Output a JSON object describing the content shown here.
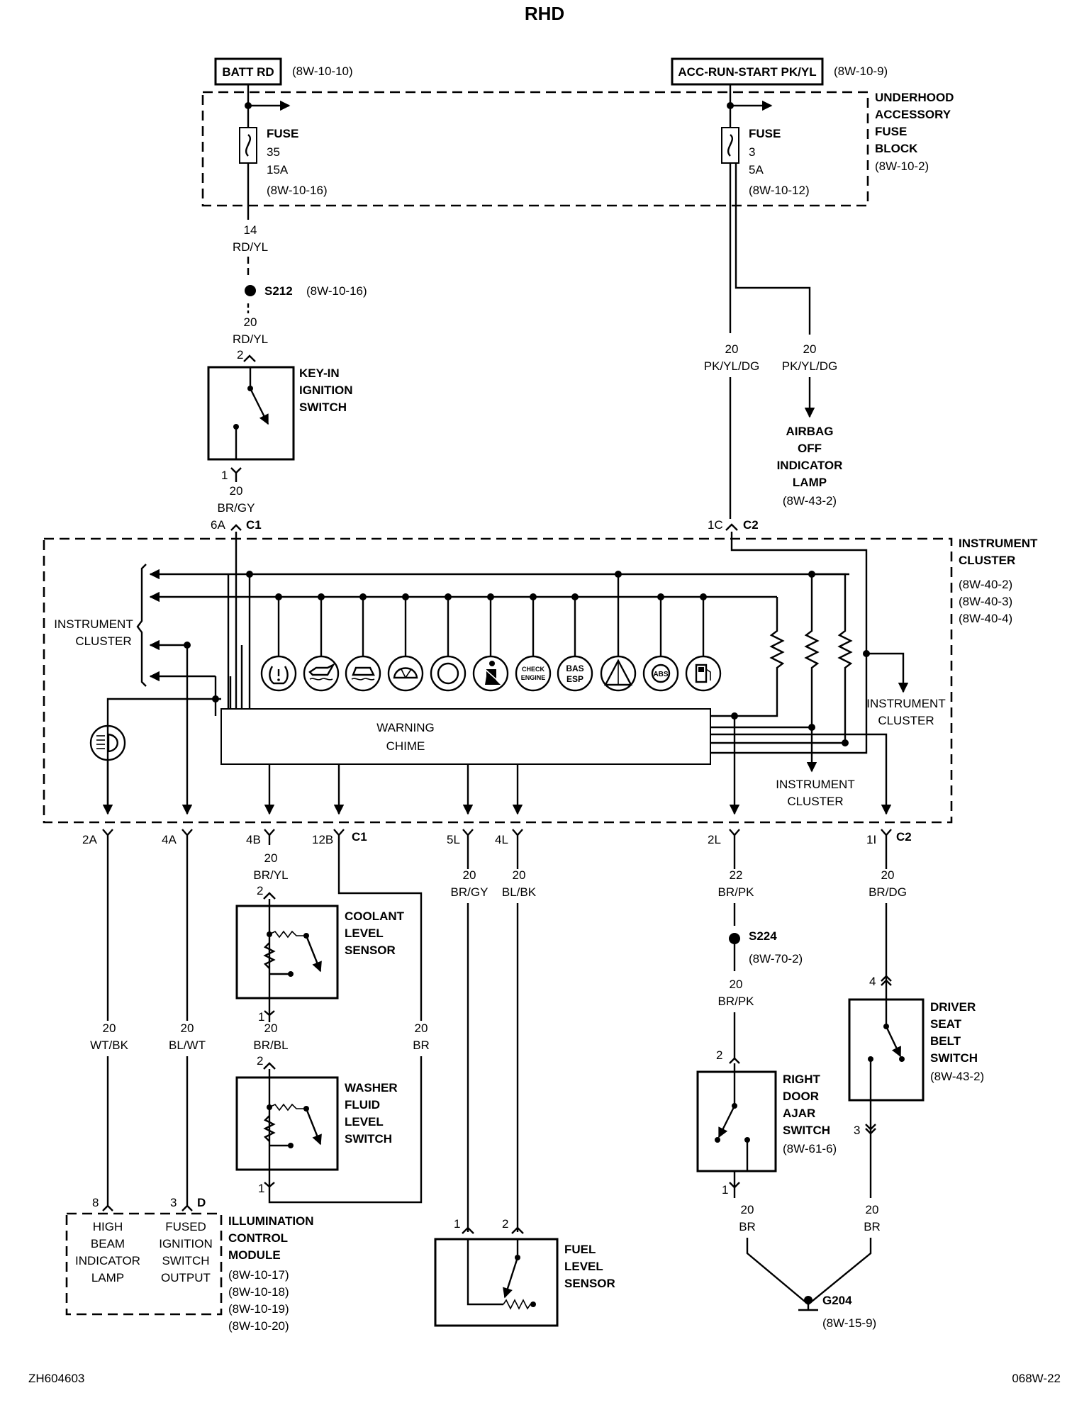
{
  "title": "RHD",
  "footer": {
    "left": "ZH604603",
    "right": "068W-22"
  },
  "sources": {
    "batt": {
      "label": "BATT RD",
      "ref": "(8W-10-10)"
    },
    "acc": {
      "label": "ACC-RUN-START PK/YL",
      "ref": "(8W-10-9)"
    }
  },
  "fuse_block": {
    "lines": [
      "UNDERHOOD",
      "ACCESSORY",
      "FUSE",
      "BLOCK"
    ],
    "ref": "(8W-10-2)"
  },
  "fuse35": {
    "name": "FUSE",
    "num": "35",
    "amps": "15A",
    "ref": "(8W-10-16)"
  },
  "fuse3": {
    "name": "FUSE",
    "num": "3",
    "amps": "5A",
    "ref": "(8W-10-12)"
  },
  "wire_batt": {
    "gauge": "14",
    "color": "RD/YL"
  },
  "splice_s212": {
    "label": "S212",
    "ref": "(8W-10-16)"
  },
  "wire_keyin_in": {
    "gauge": "20",
    "color": "RD/YL",
    "pin": "2"
  },
  "keyin_switch": {
    "lines": [
      "KEY-IN",
      "IGNITION",
      "SWITCH"
    ],
    "pin_out": "1"
  },
  "wire_keyin_out": {
    "gauge": "20",
    "color": "BR/GY",
    "pin": "6A",
    "connector": "C1"
  },
  "wire_acc_main": {
    "gauge": "20",
    "color": "PK/YL/DG",
    "pin": "1C",
    "connector": "C2"
  },
  "wire_acc_airbag": {
    "gauge": "20",
    "color": "PK/YL/DG"
  },
  "airbag_lamp": {
    "lines": [
      "AIRBAG",
      "OFF",
      "INDICATOR",
      "LAMP"
    ],
    "ref": "(8W-43-2)"
  },
  "cluster": {
    "lines": [
      "INSTRUMENT",
      "CLUSTER"
    ],
    "refs": [
      "(8W-40-2)",
      "(8W-40-3)",
      "(8W-40-4)"
    ],
    "internal_label": [
      "INSTRUMENT",
      "CLUSTER"
    ],
    "chime": [
      "WARNING",
      "CHIME"
    ],
    "icons": [
      "tire-pressure",
      "oil-level",
      "coolant-temp",
      "washer-fluid",
      "brake",
      "seat-belt",
      "check-engine",
      "bas-esp",
      "hazard",
      "abs",
      "fuel"
    ],
    "icon_text": {
      "check": "CHECK",
      "engine": "ENGINE",
      "bas": "BAS",
      "esp": "ESP",
      "abs": "ABS"
    }
  },
  "pins_c1": [
    {
      "pin": "2A",
      "gauge": "20",
      "color": "WT/BK"
    },
    {
      "pin": "4A",
      "gauge": "20",
      "color": "BL/WT"
    },
    {
      "pin": "4B",
      "gauge": "20",
      "color": "BR/YL"
    },
    {
      "pin": "12B",
      "gauge": "20",
      "color": "BR",
      "connector": "C1"
    },
    {
      "pin": "5L",
      "gauge": "20",
      "color": "BR/GY"
    },
    {
      "pin": "4L",
      "gauge": "20",
      "color": "BL/BK"
    }
  ],
  "pins_c2": [
    {
      "pin": "2L",
      "gauge": "22",
      "color": "BR/PK"
    },
    {
      "pin": "1I",
      "gauge": "20",
      "color": "BR/DG",
      "connector": "C2"
    }
  ],
  "coolant_sensor": {
    "lines": [
      "COOLANT",
      "LEVEL",
      "SENSOR"
    ],
    "pin_in": "2",
    "pin_out": "1"
  },
  "wire_washer_in": {
    "gauge": "20",
    "color": "BR/BL",
    "pin": "2"
  },
  "washer_switch": {
    "lines": [
      "WASHER",
      "FLUID",
      "LEVEL",
      "SWITCH"
    ],
    "pin_out": "1"
  },
  "splice_s224": {
    "label": "S224",
    "ref": "(8W-70-2)"
  },
  "wire_door": {
    "gauge": "20",
    "color": "BR/PK",
    "pin": "2"
  },
  "door_switch": {
    "lines": [
      "RIGHT",
      "DOOR",
      "AJAR",
      "SWITCH"
    ],
    "ref": "(8W-61-6)",
    "pin_out": "1"
  },
  "belt_switch": {
    "lines": [
      "DRIVER",
      "SEAT",
      "BELT",
      "SWITCH"
    ],
    "ref": "(8W-43-2)",
    "pin_in": "4",
    "pin_out": "3"
  },
  "wire_door_gnd": {
    "gauge": "20",
    "color": "BR"
  },
  "wire_belt_gnd": {
    "gauge": "20",
    "color": "BR"
  },
  "ground": {
    "label": "G204",
    "ref": "(8W-15-9)"
  },
  "fuel_sensor": {
    "lines": [
      "FUEL",
      "LEVEL",
      "SENSOR"
    ],
    "pin1": "1",
    "pin2": "2"
  },
  "icm": {
    "lines": [
      "ILLUMINATION",
      "CONTROL",
      "MODULE"
    ],
    "refs": [
      "(8W-10-17)",
      "(8W-10-18)",
      "(8W-10-19)",
      "(8W-10-20)"
    ],
    "pin8": "8",
    "pin3": "3",
    "connector": "D",
    "left": [
      "HIGH",
      "BEAM",
      "INDICATOR",
      "LAMP"
    ],
    "right": [
      "FUSED",
      "IGNITION",
      "SWITCH",
      "OUTPUT"
    ]
  }
}
